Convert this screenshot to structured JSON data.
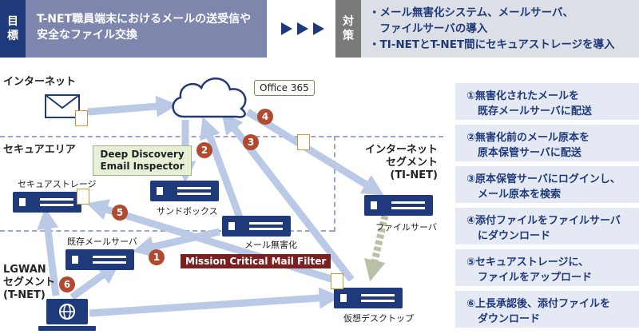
{
  "header": {
    "objective_tag": [
      "目",
      "標"
    ],
    "objective_text": [
      "T-NET職員端末におけるメールの送受信や",
      "安全なファイル交換"
    ],
    "measures_tag": [
      "対",
      "策"
    ],
    "measures_items": [
      "・メール無害化システム、メールサーバ、",
      "　ファイルサーバの導入",
      "・TI-NETとT-NET間にセキュアストレージを導入"
    ]
  },
  "zones": {
    "internet": "インターネット",
    "secure_area": "セキュアエリア",
    "internet_segment": [
      "インターネット",
      "セグメント",
      "(TI-NET)"
    ],
    "lgwan_segment": [
      "LGWAN",
      "セグメント",
      "(T-NET)"
    ]
  },
  "nodes": {
    "office365": "Office 365",
    "deep_discovery": [
      "Deep Discovery",
      "Email Inspector"
    ],
    "sandbox": "サンドボックス",
    "secure_storage": "セキュアストレージ",
    "mail_sanitize": "メール無害化",
    "mcmf": "Mission Critical Mail Filter",
    "existing_mail_server": "既存メールサーバ",
    "file_server": "ファイルサーバ",
    "virtual_desktop": "仮想デスクトップ"
  },
  "step_numbers": [
    "1",
    "2",
    "3",
    "4",
    "5",
    "6"
  ],
  "steps": [
    [
      "①無害化されたメールを",
      "既存メールサーバに配送"
    ],
    [
      "②無害化前のメール原本を",
      "原本保管サーバに配送"
    ],
    [
      "③原本保管サーバにログインし、",
      "メール原本を検索"
    ],
    [
      "④添付ファイルをファイルサーバ",
      "にダウンロード"
    ],
    [
      "⑤セキュアストレージに、",
      "ファイルをアップロード"
    ],
    [
      "⑥上長承認後、添付ファイルを",
      "ダウンロード"
    ]
  ],
  "colors": {
    "navy": "#1f3a7a",
    "arrow": "#b9c9e6",
    "step_bg": "#e4e9f4",
    "accent_red": "#b14a2e",
    "mcmf": "#7a2020"
  }
}
